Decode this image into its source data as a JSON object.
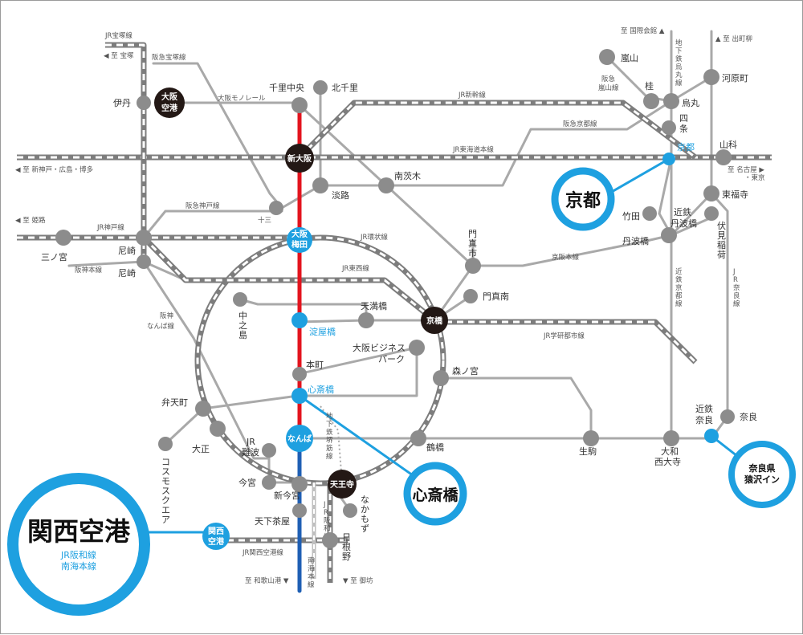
{
  "colors": {
    "gray_line": "#a9a9a9",
    "jr_dark": "#7d7d7d",
    "midosuji_red": "#e3141e",
    "yotsubashi_blue": "#1f5fb4",
    "highlight_blue": "#1ea0e0",
    "station_gray": "#8c8c8c",
    "station_black": "#231815"
  },
  "map": {
    "line_labels": {
      "jr_takarazuka": "JR宝塚線",
      "hankyu_takarazuka": "阪急宝塚線",
      "osaka_monorail": "大阪モノレール",
      "jr_shinkansen": "JR新幹線",
      "hankyu_kyoto": "阪急京都線",
      "jr_tokaido": "JR東海道本線",
      "hankyu_kobe": "阪急神戸線",
      "jr_kobe": "JR神戸線",
      "hanshin_main": "阪神本線",
      "jr_loop": "JR環状線",
      "jr_tozai": "JR東西線",
      "hanshin_namba": "阪神 なんば線",
      "jr_gakken": "JR学研都市線",
      "keihan_main": "京阪本線",
      "subway_karasuma": "地下 鉄烏 丸線",
      "hankyu_arashiyama": "阪急 嵐山線",
      "kintetsu_kyoto": "近鉄京都線",
      "jr_nara": "JR奈良線",
      "subway_sakaisuji": "地下 鉄堺 筋線",
      "jr_hanwa": "JR 阪和 線",
      "nankai_main": "南海 本線",
      "jr_kansai_airport": "JR関西空港線"
    },
    "directions": {
      "to_takarazuka": "◀ 至 宝塚",
      "to_kobe": "◀ 至 新神戸・広島・博多",
      "to_himeji": "◀ 至 姫路",
      "to_kokusaikaikan": "至 国際会館 ▲",
      "to_demachiyanagi": "▲ 至 出町柳",
      "to_nagoya": "至 名古屋 ▶",
      "to_tokyo": "・東京",
      "to_wakayamako": "至 和歌山港 ▼",
      "to_gobo": "▼ 至 御坊"
    },
    "stations": {
      "itami": "伊丹",
      "osaka_airport_1": "大阪",
      "osaka_airport_2": "空港",
      "senri_chuo": "千里中央",
      "kita_senri": "北千里",
      "shin_osaka": "新大阪",
      "awaji": "淡路",
      "minami_ibaraki": "南茨木",
      "juso": "十三",
      "umeda_1": "大阪",
      "umeda_2": "梅田",
      "amagasaki_jr": "尼崎",
      "amagasaki_hanshin": "尼崎",
      "sannomiya": "三ノ宮",
      "kadoma_1": "門",
      "kadoma_2": "真",
      "kadoma_3": "市",
      "kadoma_minami": "門真南",
      "nakanoshima": "中之島",
      "yodoyabashi": "淀屋橋",
      "temmabashi": "天満橋",
      "kyobashi": "京橋",
      "obp_1": "大阪ビジネス",
      "obp_2": "パーク",
      "honmachi": "本町",
      "shinsaibashi": "心斎橋",
      "morinomiya": "森ノ宮",
      "bentencho": "弁天町",
      "taisho": "大正",
      "jr_namba_1": "JR",
      "jr_namba_2": "難波",
      "namba": "なんば",
      "tsuruhashi": "鶴橋",
      "imamiya": "今宮",
      "shin_imamiya": "新今宮",
      "tennoji": "天王寺",
      "nakamozu": "なかもず",
      "tengachaya": "天下茶屋",
      "kansai_airport_small_1": "関西",
      "kansai_airport_small_2": "空港",
      "hine_1": "日",
      "hine_2": "根",
      "hine_3": "野",
      "cosmosquare": "コスモスクエア",
      "arashiyama": "嵐山",
      "katsura": "桂",
      "karasuma": "烏丸",
      "kawaramachi": "河原町",
      "shijo_1": "四",
      "shijo_2": "条",
      "kyoto": "京都",
      "yamashina": "山科",
      "higashifukuji": "東福寺",
      "takeda": "竹田",
      "kintetsu_tambabashi_1": "近鉄",
      "kintetsu_tambabashi_2": "丹波橋",
      "tambabashi": "丹波橋",
      "fushimi_inari": "伏見稲荷",
      "ikoma": "生駒",
      "yamato_saidaiji_1": "大和",
      "yamato_saidaiji_2": "西大寺",
      "kintetsu_nara_1": "近鉄",
      "kintetsu_nara_2": "奈良",
      "nara": "奈良"
    },
    "destinations": {
      "kyoto_hub": "京都",
      "shinsaibashi_hub": "心斎橋",
      "nara_hub_1": "奈良県",
      "nara_hub_2": "猿沢イン",
      "kansai_hub": "関西空港",
      "kansai_hub_sub_1": "JR阪和線",
      "kansai_hub_sub_2": "南海本線"
    }
  }
}
